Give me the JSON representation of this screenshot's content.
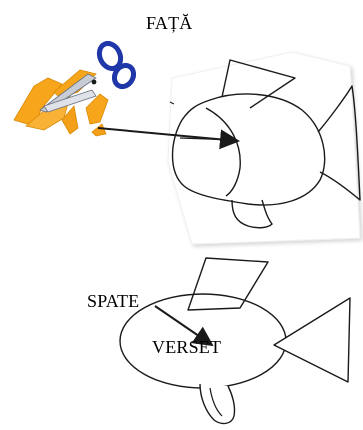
{
  "labels": {
    "front": "FAȚĂ",
    "back": "SPATE",
    "verse": "VERSET"
  },
  "colors": {
    "line": "#1a1a1a",
    "paper": "#ffffff",
    "scraps": "#f7a61b",
    "scissors_handles": "#1f37a8",
    "scissors_blades": "#c8ccd4"
  },
  "icons": {
    "scissors": "scissors-icon"
  }
}
